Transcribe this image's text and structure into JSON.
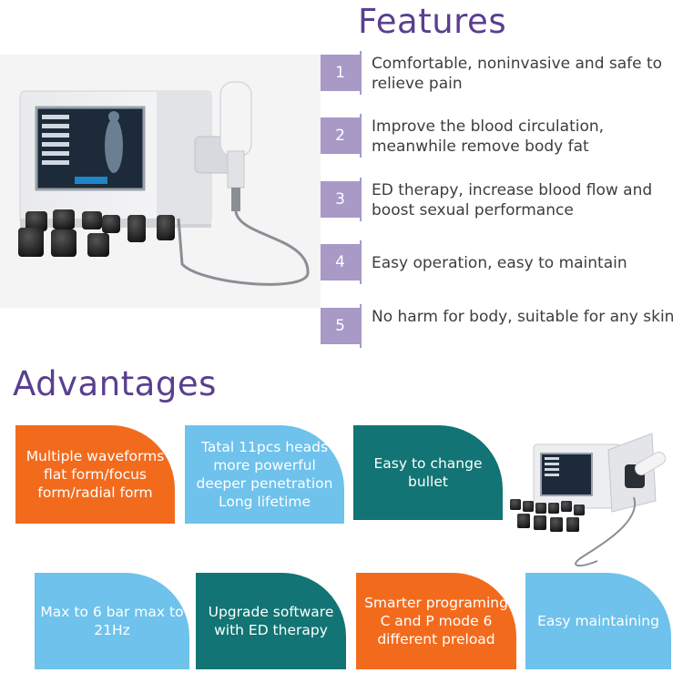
{
  "features": {
    "title": "Features",
    "items": [
      {
        "num": "1",
        "text": "Comfortable, noninvasive and safe to relieve pain"
      },
      {
        "num": "2",
        "text": "Improve the blood circulation, meanwhile remove body fat"
      },
      {
        "num": "3",
        "text": "ED therapy, increase blood flow and boost sexual performance"
      },
      {
        "num": "4",
        "text": "Easy operation, easy to maintain"
      },
      {
        "num": "5",
        "text": "No harm for body, suitable for any skin"
      }
    ]
  },
  "advantages": {
    "title": "Advantages",
    "cards": [
      {
        "text": "Multiple waveforms flat form/focus form/radial form",
        "color": "#f26b1d"
      },
      {
        "text": "Tatal 11pcs heads more powerful deeper penetration Long lifetime",
        "color": "#6ec2ec"
      },
      {
        "text": "Easy to change bullet",
        "color": "#127474"
      },
      {
        "text": "Max to 6 bar max to 21Hz",
        "color": "#6ec2ec"
      },
      {
        "text": "Upgrade software with ED therapy",
        "color": "#127474"
      },
      {
        "text": "Smarter programing C and P mode 6 different preload",
        "color": "#f26b1d"
      },
      {
        "text": "Easy maintaining",
        "color": "#6ec2ec"
      }
    ]
  },
  "colors": {
    "heading": "#5a3f8f",
    "number_box": "#a899c6",
    "orange": "#f26b1d",
    "light_blue": "#6ec2ec",
    "teal": "#127474"
  }
}
